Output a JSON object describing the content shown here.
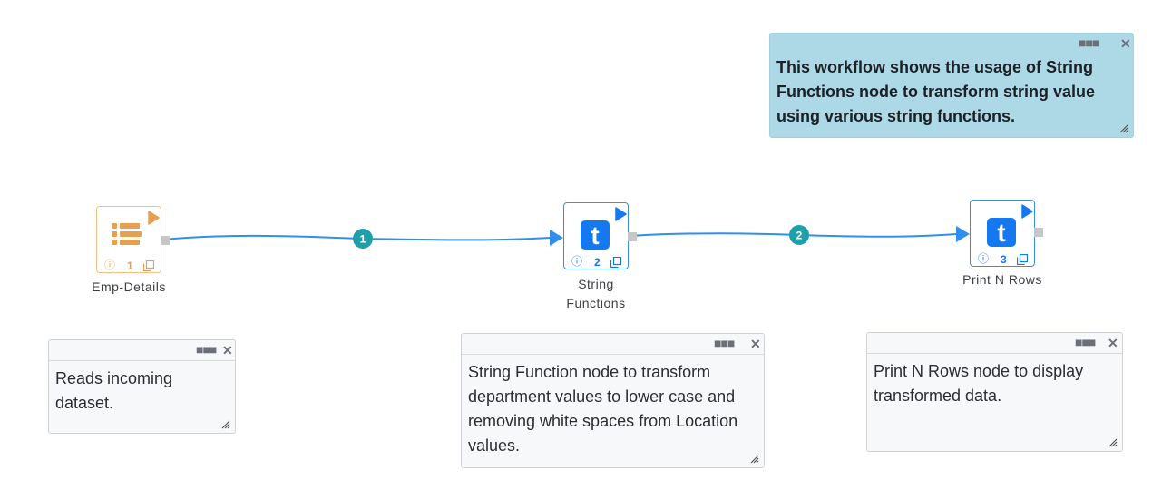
{
  "workflow_note": {
    "text": "This workflow shows the usage of String Functions node to transform string value using various string functions."
  },
  "nodes": [
    {
      "label": "Emp-Details",
      "number": "1",
      "type": "dataset"
    },
    {
      "label": "String Functions",
      "number": "2",
      "type": "transform"
    },
    {
      "label": "Print N Rows",
      "number": "3",
      "type": "transform"
    }
  ],
  "edges": [
    {
      "label": "1",
      "from": "Emp-Details",
      "to": "String Functions"
    },
    {
      "label": "2",
      "from": "String Functions",
      "to": "Print N Rows"
    }
  ],
  "notes": [
    {
      "text": "Reads incoming dataset."
    },
    {
      "text": "String Function node to transform department values to lower case and removing white spaces from Location values."
    },
    {
      "text": "Print N Rows node to display transformed data."
    }
  ],
  "colors": {
    "edge": "#2f8ef0",
    "edge_badge": "#1fa0a8",
    "dataset_node": "#e8a050",
    "transform_node": "#1479f0",
    "workflow_note_bg": "#add8e6"
  },
  "icons": {
    "dataset": "table-icon",
    "transform": "t-icon",
    "run": "play-icon",
    "info": "info-icon",
    "copy": "copy-icon",
    "menu": "more-dots-icon",
    "close": "close-icon",
    "resize": "resize-grip-icon"
  }
}
